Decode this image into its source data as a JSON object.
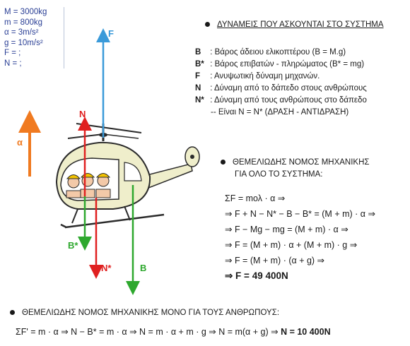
{
  "given": {
    "lines": [
      "M = 3000kg",
      "m = 800kg",
      "α = 3m/s²",
      "g = 10m/s²",
      "F = ;",
      "N = ;"
    ]
  },
  "forces_section": {
    "title": "ΔΥΝΑΜΕΙΣ ΠΟΥ ΑΣΚΟΥΝΤΑΙ ΣΤΟ ΣΥΣΤΗΜΑ",
    "definitions": [
      {
        "sym": "B",
        "text": ": Βάρος άδειου ελικοπτέρου (B = M.g)"
      },
      {
        "sym": "B*",
        "text": ": Βάρος επιβατών - πληρώματος (B* = mg)"
      },
      {
        "sym": "F",
        "text": ": Ανυψωτική δύναμη μηχανών."
      },
      {
        "sym": "N",
        "text": ": Δύναμη από το δάπεδο στους ανθρώπους"
      },
      {
        "sym": "N*",
        "text": ": Δύναμη από τους ανθρώπους στο δάπεδο"
      }
    ],
    "note": "-- Είναι  N = N*  (ΔΡΑΣΗ - ΑΝΤΙΔΡΑΣΗ)"
  },
  "system_law": {
    "title_line1": "ΘΕΜΕΛΙΩΔΗΣ ΝΟΜΟΣ ΜΗΧΑΝΙΚΗΣ",
    "title_line2": "ΓΙΑ ΟΛΟ ΤΟ ΣΥΣΤΗΜΑ:",
    "steps": [
      "ΣF = mολ · α ⇒",
      "⇒ F + N − N* − B − B* = (M + m) · α ⇒",
      "⇒ F − Mg − mg = (M + m) · α ⇒",
      "⇒ F = (M + m) · α + (M + m) · g ⇒",
      "⇒ F = (M + m) · (α + g) ⇒"
    ],
    "result": "⇒ F = 49 400N"
  },
  "people_law": {
    "title": "ΘΕΜΕΛΙΩΔΗΣ ΝΟΜΟΣ ΜΗΧΑΝΙΚΗΣ  ΜΟΝΟ ΓΙΑ ΤΟΥΣ ΑΝΘΡΩΠΟΥΣ:",
    "equation": "ΣF' = m · α ⇒ N − B* = m · α ⇒ N = m · α + m · g ⇒ N = m(α + g) ⇒",
    "result": "N = 10 400N"
  },
  "diagram_labels": {
    "F": "F",
    "N": "N",
    "alpha": "α",
    "B_star": "B*",
    "N_star": "N*",
    "B": "B"
  },
  "colors": {
    "F": "#3a9ad9",
    "N": "#e02020",
    "alpha": "#f07a20",
    "B_star": "#2ea82e",
    "N_star": "#e02020",
    "B": "#2ea82e",
    "body": "#efeecb",
    "outline": "#2b2b2b",
    "text": "#1a1a1a",
    "given": "#2a3f95"
  }
}
